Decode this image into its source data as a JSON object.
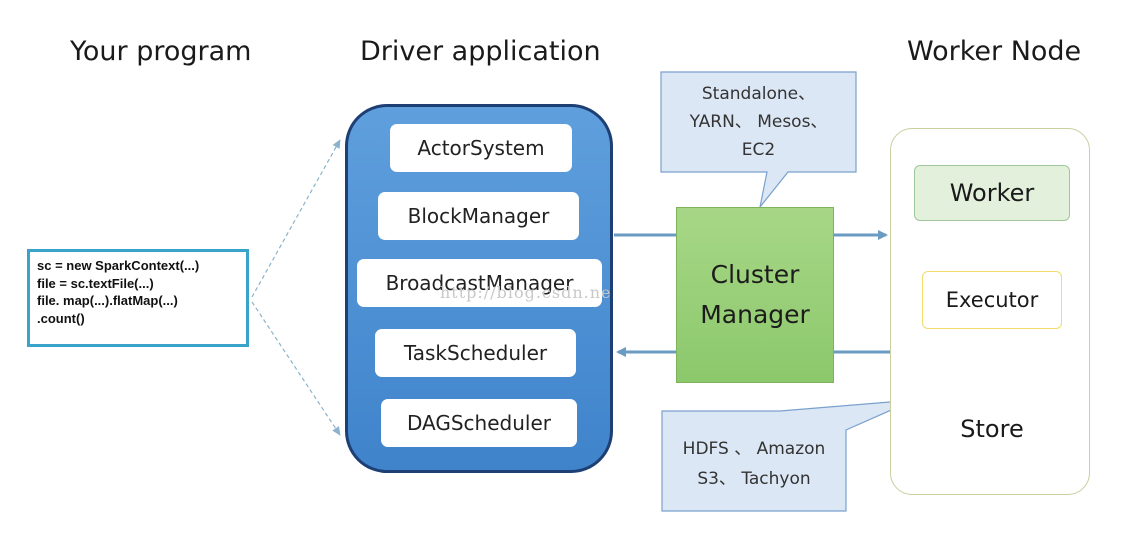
{
  "titles": {
    "program": "Your program",
    "driver": "Driver application",
    "worker_node": "Worker Node"
  },
  "code": {
    "lines": [
      "sc = new SparkContext(...)",
      "file = sc.textFile(...)",
      "file. map(...).flatMap(...)",
      ".count()"
    ]
  },
  "driver": {
    "components": [
      "ActorSystem",
      "BlockManager",
      "BroadcastManager",
      "TaskScheduler",
      "DAGScheduler"
    ]
  },
  "cluster_manager": {
    "line1": "Cluster",
    "line2": "Manager"
  },
  "callout_top": {
    "lines": [
      "Standalone、",
      "YARN、 Mesos、",
      "EC2"
    ]
  },
  "callout_bottom": {
    "lines": [
      "HDFS 、 Amazon",
      "S3、 Tachyon"
    ]
  },
  "worker": {
    "worker": "Worker",
    "executor": "Executor",
    "store": "Store"
  },
  "watermark": "http://blog.csdn.ne",
  "colors": {
    "driver_fill": "#4a8fd4",
    "driver_border": "#1d3f73",
    "cluster_fill": "#99cf79",
    "arrow": "#6a9bc3",
    "callout_fill": "#dce7f5",
    "code_border": "#3aa3c9"
  }
}
